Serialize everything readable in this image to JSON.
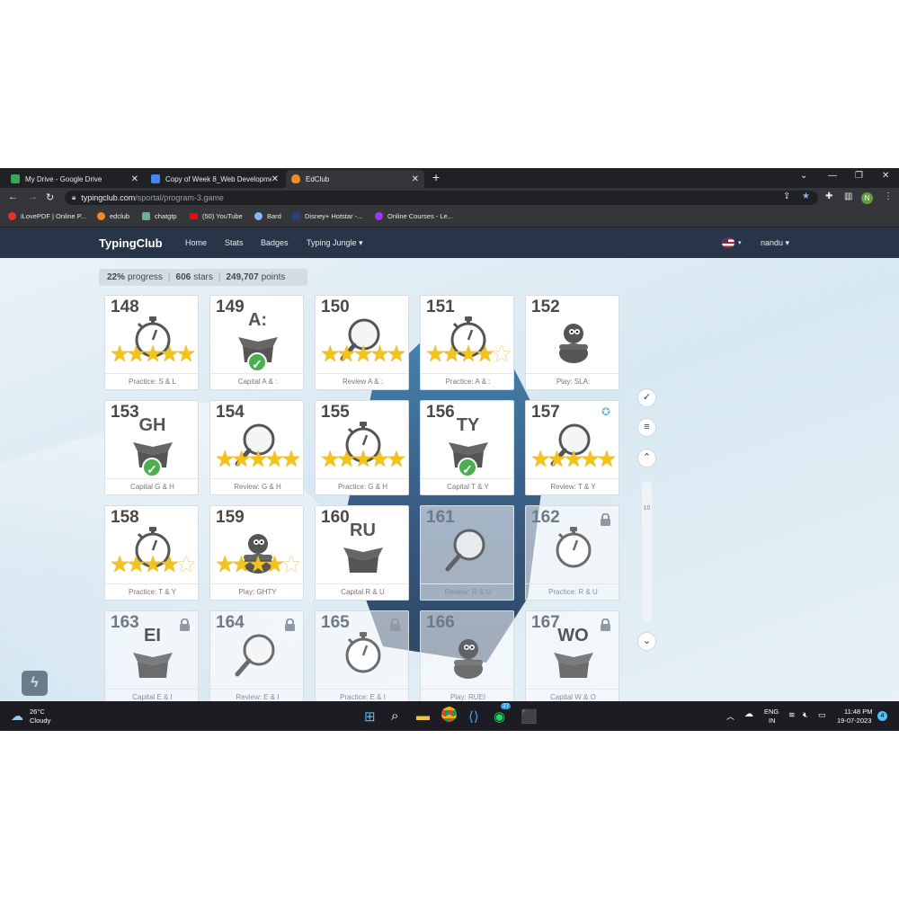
{
  "browser": {
    "tabs": [
      {
        "title": "My Drive - Google Drive",
        "active": false,
        "favicon_color": "#34a853"
      },
      {
        "title": "Copy of Week 8_Web Developme",
        "active": false,
        "favicon_color": "#4285f4"
      },
      {
        "title": "EdClub",
        "active": true,
        "favicon_color": "#f28a25"
      }
    ],
    "new_tab": "+",
    "url_host": "typingclub.com",
    "url_path": "/sportal/program-3.game",
    "profile_initial": "N",
    "bookmarks": [
      {
        "label": "iLovePDF | Online P...",
        "color": "#e5322d"
      },
      {
        "label": "edclub",
        "color": "#f28a25"
      },
      {
        "label": "chatgtp",
        "color": "#74aa9c"
      },
      {
        "label": "(50) YouTube",
        "color": "#ff0000"
      },
      {
        "label": "Bard",
        "color": "#8ab4f8"
      },
      {
        "label": "Disney+ Hotstar -...",
        "color": "#0f1d4a"
      },
      {
        "label": "Online Courses - Le...",
        "color": "#a435f0"
      }
    ]
  },
  "site": {
    "logo": "TypingClub",
    "nav": [
      "Home",
      "Stats",
      "Badges",
      "Typing Jungle ▾"
    ],
    "user": "nandu ▾",
    "lang_caret": "▾"
  },
  "stats": {
    "progress_value": "22%",
    "progress_label": "progress",
    "stars_value": "606",
    "stars_label": "stars",
    "points_value": "249,707",
    "points_label": "points"
  },
  "lessons": [
    {
      "num": "148",
      "label": "Practice: S & L",
      "stars": 5,
      "icon": "stopwatch-icon",
      "locked": false
    },
    {
      "num": "149",
      "label": "Capital A & :",
      "glyph": "A:",
      "check": true,
      "icon": "box-icon",
      "locked": false
    },
    {
      "num": "150",
      "label": "Review A & :",
      "stars": 5,
      "icon": "magnifier-icon",
      "locked": false
    },
    {
      "num": "151",
      "label": "Practice: A & :",
      "stars": 4,
      "icon": "stopwatch-icon",
      "locked": false
    },
    {
      "num": "152",
      "label": "Play: SLA:",
      "icon": "game-character-icon",
      "locked": false
    },
    {
      "num": "153",
      "label": "Capital G & H",
      "glyph": "GH",
      "check": true,
      "icon": "box-icon",
      "locked": false
    },
    {
      "num": "154",
      "label": "Review: G & H",
      "stars": 5,
      "icon": "magnifier-icon",
      "locked": false
    },
    {
      "num": "155",
      "label": "Practice: G & H",
      "stars": 5,
      "icon": "stopwatch-icon",
      "locked": false
    },
    {
      "num": "156",
      "label": "Capital T & Y",
      "glyph": "TY",
      "check": true,
      "icon": "box-icon",
      "locked": false
    },
    {
      "num": "157",
      "label": "Review: T & Y",
      "stars": 5,
      "icon": "magnifier-icon",
      "badge": true,
      "locked": false
    },
    {
      "num": "158",
      "label": "Practice: T & Y",
      "stars": 4,
      "icon": "stopwatch-icon",
      "locked": false
    },
    {
      "num": "159",
      "label": "Play: GHTY",
      "stars": 4,
      "icon": "game-character-icon",
      "locked": false
    },
    {
      "num": "160",
      "label": "Capital R & U",
      "glyph": "RU",
      "icon": "box-icon",
      "locked": false
    },
    {
      "num": "161",
      "label": "Review: R & U",
      "icon": "magnifier-icon",
      "locked": true,
      "show_lock": false
    },
    {
      "num": "162",
      "label": "Practice: R & U",
      "icon": "stopwatch-icon",
      "locked": true,
      "show_lock": true
    },
    {
      "num": "163",
      "label": "Capital E & I",
      "glyph": "EI",
      "icon": "box-icon",
      "locked": true,
      "show_lock": true
    },
    {
      "num": "164",
      "label": "Review: E & I",
      "icon": "magnifier-icon",
      "locked": true,
      "show_lock": true
    },
    {
      "num": "165",
      "label": "Practice: E & I",
      "icon": "stopwatch-icon",
      "locked": true,
      "show_lock": true
    },
    {
      "num": "166",
      "label": "Play: RUEI",
      "icon": "game-character-icon",
      "locked": true,
      "show_lock": false
    },
    {
      "num": "167",
      "label": "Capital W & O",
      "glyph": "WO",
      "icon": "box-icon",
      "locked": true,
      "show_lock": true
    }
  ],
  "scroll": {
    "level": "10"
  },
  "taskbar": {
    "temp": "26°C",
    "weather": "Cloudy",
    "lang1": "ENG",
    "lang2": "IN",
    "time": "11:48 PM",
    "date": "19-07-2023",
    "whatsapp_badge": "27",
    "notif_count": "4"
  }
}
